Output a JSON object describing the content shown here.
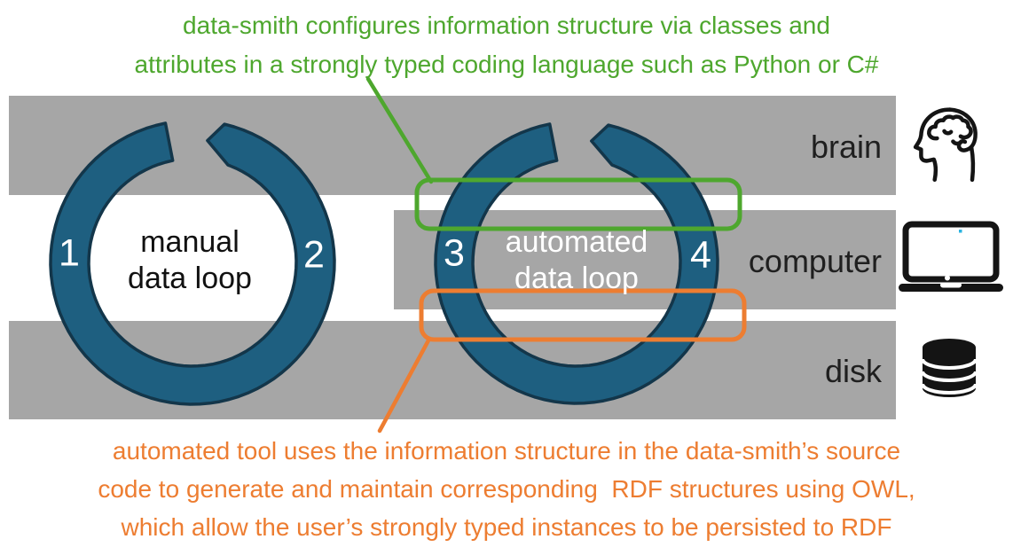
{
  "notes": {
    "green": {
      "color": "#4ea72e",
      "lines": [
        "data-smith configures information structure via classes and",
        "attributes in a strongly typed coding language such as Python or C#"
      ]
    },
    "orange": {
      "color": "#ed7d31",
      "lines": [
        "automated tool uses the information structure in the data-smith’s source",
        "code to generate and maintain corresponding  RDF structures using OWL,",
        "which allow the user’s strongly typed instances to be persisted to RDF"
      ]
    }
  },
  "loops": {
    "manual": {
      "line1": "manual",
      "line2": "data loop",
      "left_number": "1",
      "right_number": "2"
    },
    "automated": {
      "line1": "automated",
      "line2": "data loop",
      "left_number": "3",
      "right_number": "4"
    }
  },
  "layers": {
    "brain": {
      "label": "brain",
      "icon": "brain-icon"
    },
    "computer": {
      "label": "computer",
      "icon": "laptop-icon"
    },
    "disk": {
      "label": "disk",
      "icon": "database-icon"
    }
  },
  "colors": {
    "loop-teal": "#1e5f80",
    "loop-outline": "#13364a",
    "band-gray": "#a6a6a6",
    "green": "#4ea72e",
    "orange": "#ed7d31",
    "label": "#1f1f1f",
    "loop-label-light": "#ffffff",
    "loop-label-dark": "#111111",
    "icon-black": "#141414",
    "laptop-camera-dot": "#2bb3e0"
  }
}
